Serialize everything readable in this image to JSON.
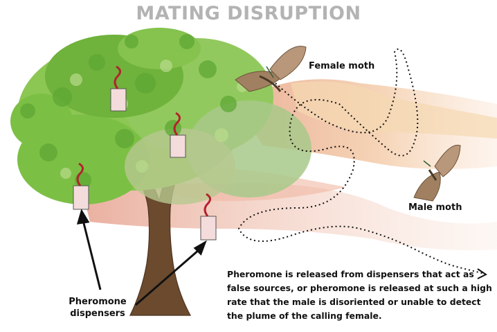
{
  "title": "MATING DISRUPTION",
  "labels": {
    "female_moth": "Female moth",
    "male_moth": "Male moth",
    "dispensers": "Pheromone dispensers"
  },
  "description": "Pheromone is released from dispensers that act as false sources, or pheromone is released at such a high rate that the male is disoriented or unable to detect the plume of the calling female.",
  "colors": {
    "title": "#b3b3b3",
    "leaf": "#7cbf45",
    "trunk": "#6b4a2e",
    "plume": "#f2c9a8",
    "dispenser_wire": "#b2232d"
  }
}
